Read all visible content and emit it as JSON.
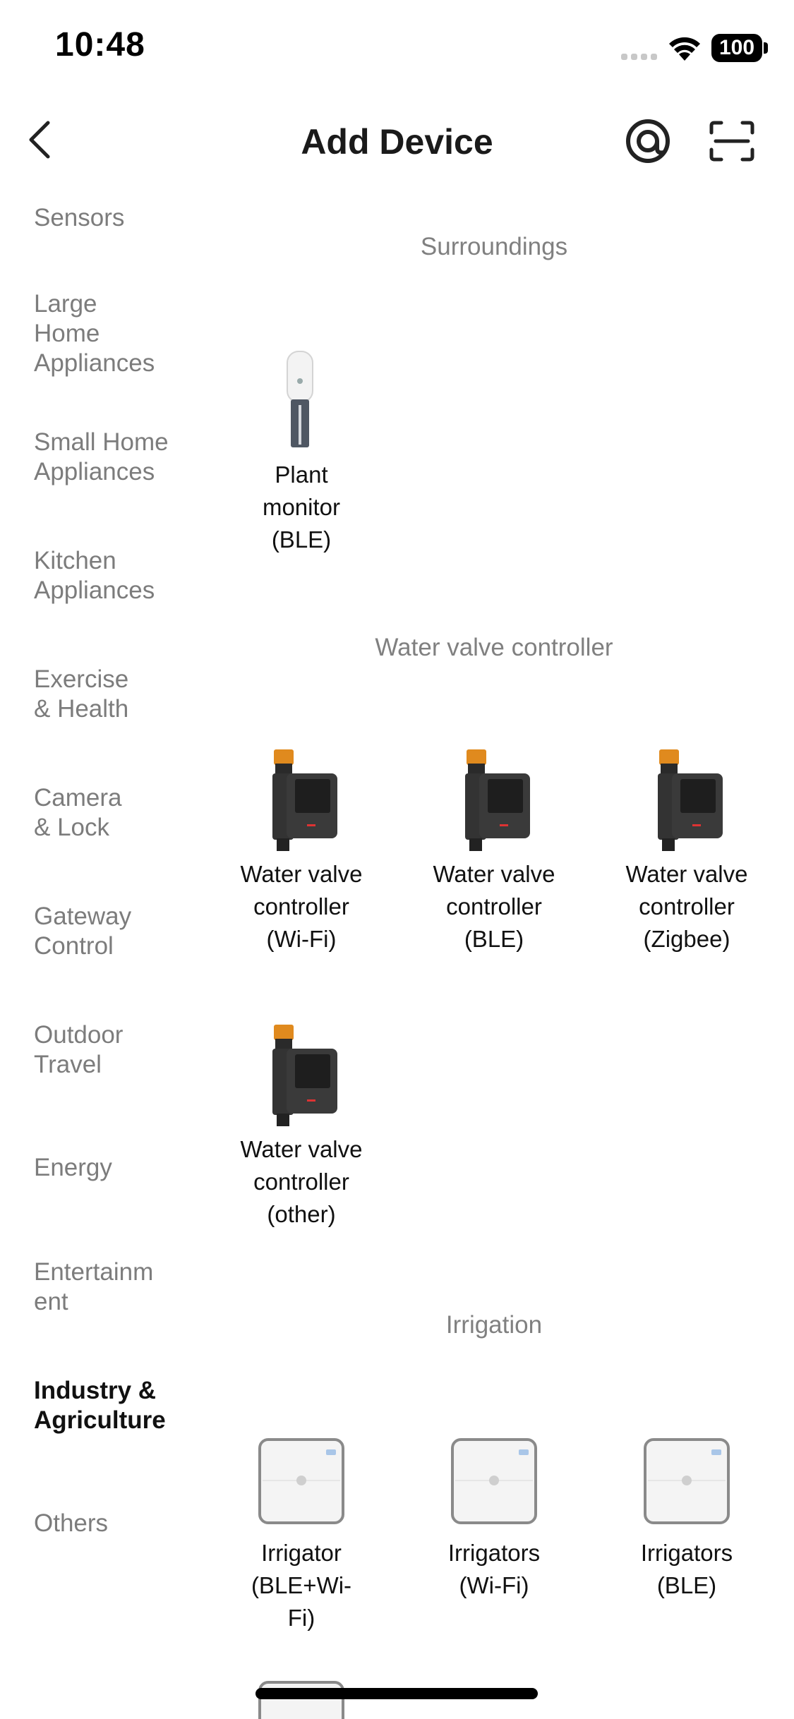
{
  "status_bar": {
    "time": "10:48",
    "battery": "100"
  },
  "header": {
    "title": "Add Device"
  },
  "sidebar": {
    "items": [
      {
        "label": "Sensors"
      },
      {
        "label": "Large\nHome\nAppliances"
      },
      {
        "label": "Small Home\nAppliances"
      },
      {
        "label": "Kitchen\nAppliances"
      },
      {
        "label": "Exercise\n& Health"
      },
      {
        "label": "Camera\n& Lock"
      },
      {
        "label": "Gateway\nControl"
      },
      {
        "label": "Outdoor\nTravel"
      },
      {
        "label": "Energy"
      },
      {
        "label": "Entertainm\nent"
      },
      {
        "label": "Industry &\nAgriculture",
        "active": true
      },
      {
        "label": "Others"
      }
    ]
  },
  "sections": [
    {
      "title": "Surroundings",
      "devices": [
        {
          "label": "Plant\nmonitor\n(BLE)",
          "icon": "plant-monitor"
        }
      ]
    },
    {
      "title": "Water valve controller",
      "devices": [
        {
          "label": "Water valve\ncontroller\n(Wi-Fi)",
          "icon": "water-valve"
        },
        {
          "label": "Water valve\ncontroller\n(BLE)",
          "icon": "water-valve"
        },
        {
          "label": "Water valve\ncontroller\n(Zigbee)",
          "icon": "water-valve"
        },
        {
          "label": "Water valve\ncontroller\n(other)",
          "icon": "water-valve"
        }
      ]
    },
    {
      "title": "Irrigation",
      "devices": [
        {
          "label": "Irrigator\n(BLE+Wi-\nFi)",
          "icon": "irrigator"
        },
        {
          "label": "Irrigators\n(Wi-Fi)",
          "icon": "irrigator"
        },
        {
          "label": "Irrigators\n(BLE)",
          "icon": "irrigator"
        }
      ]
    }
  ],
  "colors": {
    "accent_valve": "#e08a1e",
    "text_muted": "#808080",
    "text_active": "#111111"
  }
}
